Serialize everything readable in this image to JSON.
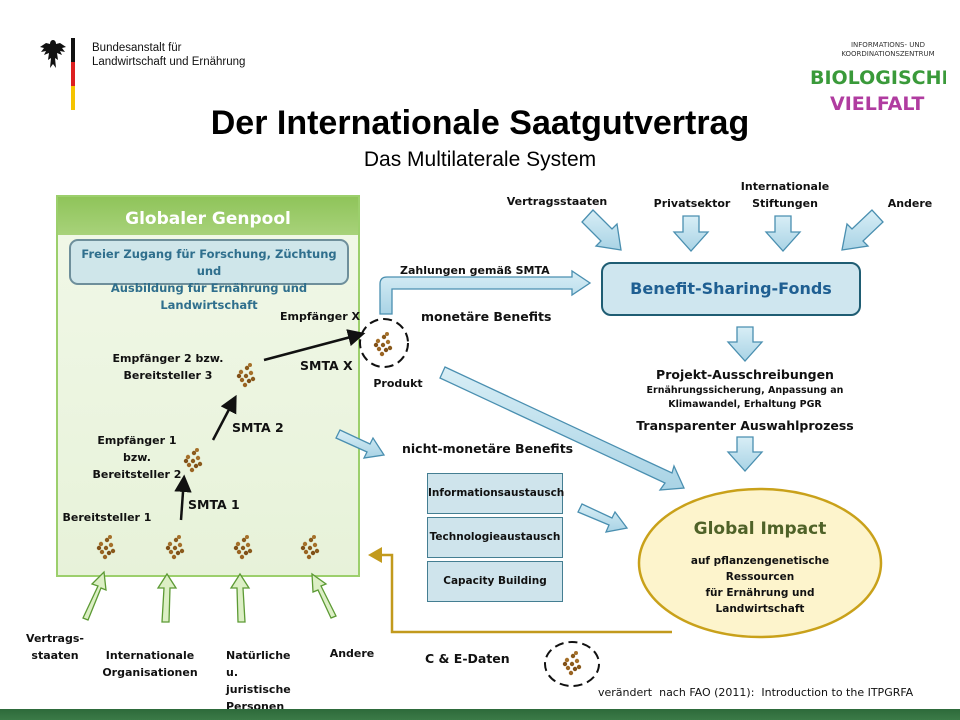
{
  "header": {
    "ministry_line1": "Bundesanstalt für",
    "ministry_line2": "Landwirtschaft und Ernährung",
    "title": "Der Internationale Saatgutvertrag",
    "subtitle": "Das Multilaterale System",
    "logo_right_line1": "INFORMATIONS- UND",
    "logo_right_line2": "KOORDINATIONSZENTRUM",
    "logo_right_word1": "BIOLOGISCHE",
    "logo_right_word2": "VIELFALT"
  },
  "genpool": {
    "title": "Globaler Genpool",
    "freier_line1": "Freier Zugang für Forschung, Züchtung und",
    "freier_line2": "Ausbildung für Ernährung und Landwirtschaft",
    "bereitsteller1": "Bereitsteller 1",
    "empf1_line1": "Empfänger 1 bzw.",
    "empf1_line2": "Bereitsteller 2",
    "empf2_line1": "Empfänger 2 bzw.",
    "empf2_line2": "Bereitsteller 3",
    "empf_x": "Empfänger X",
    "smta1": "SMTA 1",
    "smta2": "SMTA 2",
    "smtax": "SMTA X"
  },
  "inputs_bottom": {
    "vertragsstaaten_line1": "Vertrags-",
    "vertragsstaaten_line2": "staaten",
    "int_org_line1": "Internationale",
    "int_org_line2": "Organisationen",
    "personen_line1": "Natürliche u.",
    "personen_line2": "juristische",
    "personen_line3": "Personen",
    "andere": "Andere"
  },
  "inputs_top": {
    "vertragsstaaten": "Vertragsstaaten",
    "privatsektor": "Privatsektor",
    "stiftungen_line1": "Internationale",
    "stiftungen_line2": "Stiftungen",
    "andere": "Andere"
  },
  "flow": {
    "produkt": "Produkt",
    "zahlungen": "Zahlungen gemäß SMTA",
    "monetaere": "monetäre Benefits",
    "nicht_monetaere": "nicht-monetäre Benefits",
    "ce_daten": "C & E-Daten"
  },
  "fund": {
    "title": "Benefit-Sharing-Fonds",
    "projekt": "Projekt-Ausschreibungen",
    "projekt_detail_line1": "Ernährungssicherung,  Anpassung an",
    "projekt_detail_line2": "Klimawandel, Erhaltung  PGR",
    "auswahl": "Transparenter Auswahlprozess"
  },
  "non_monetary": {
    "items": [
      "Informationsaustausch",
      "Technologieaustausch",
      "Capacity Building"
    ]
  },
  "impact": {
    "title": "Global Impact",
    "line1": "auf pflanzengenetische",
    "line2": "Ressourcen",
    "line3": "für Ernährung und",
    "line4": "Landwirtschaft"
  },
  "footer": {
    "credit": "verändert  nach FAO (2011):  Introduction to the ITPGRFA"
  },
  "colors": {
    "genpool_green": "#8fc45a",
    "fund_blue": "#1f5f92",
    "impact_yellow": "#fdf4cc",
    "return_line": "#c29a1d",
    "bottom_bar": "#2d6a3a"
  }
}
